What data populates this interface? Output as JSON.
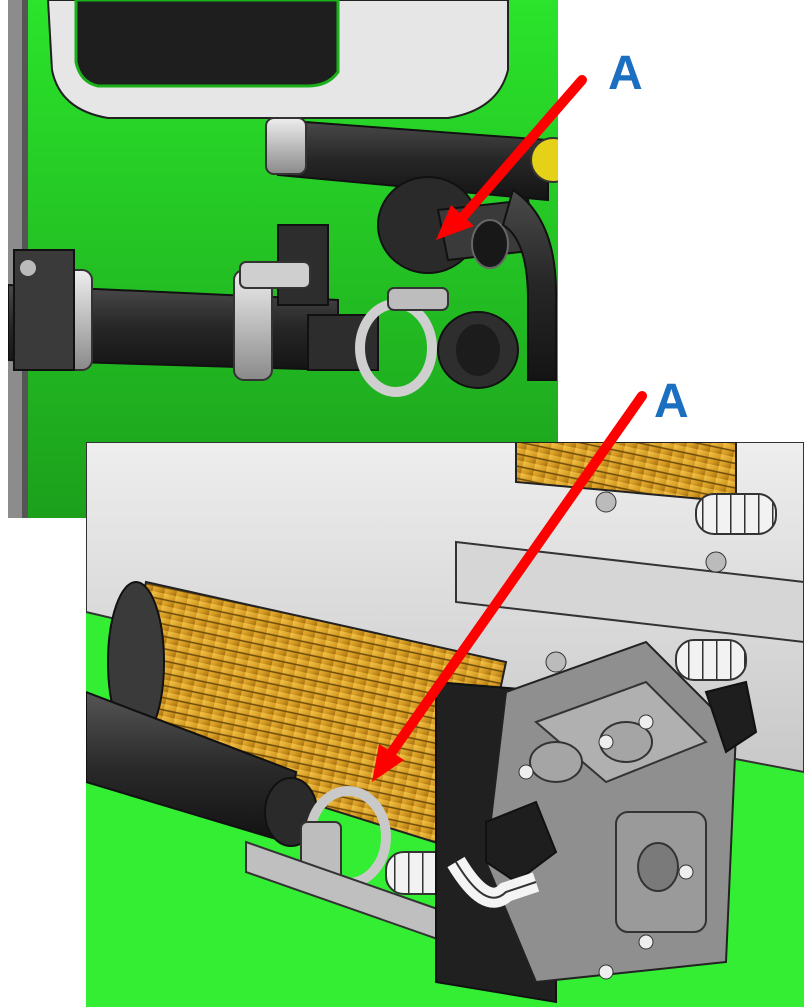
{
  "callouts": [
    {
      "label": "A"
    },
    {
      "label": "A"
    }
  ],
  "colors": {
    "callout_text": "#1a6fc0",
    "arrow": "#ff0000",
    "background_green": "#2ee82e",
    "hose": "#2c2c2c",
    "filter_gold": "#d9a62a"
  },
  "icons": {
    "top_panel": "hose-connection-illustration",
    "bottom_panel": "filter-pump-assembly-illustration",
    "pointer": "red-arrow-icon"
  }
}
